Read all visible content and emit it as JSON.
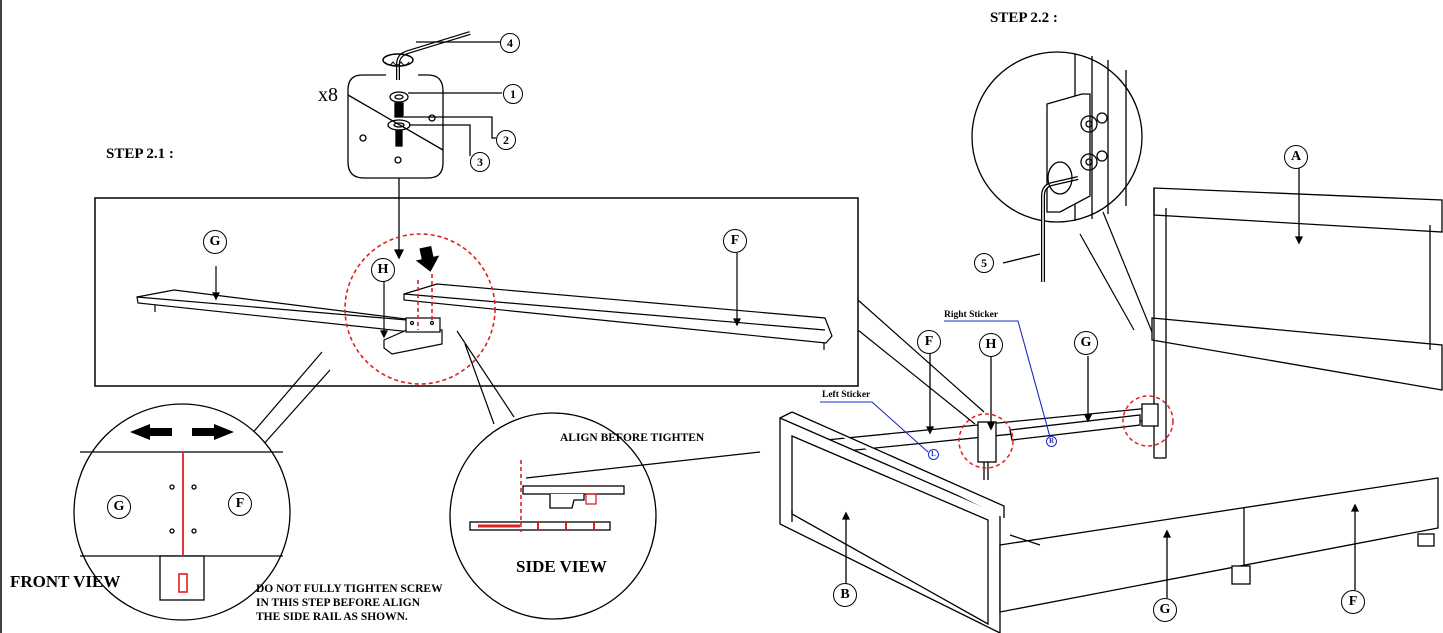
{
  "steps": {
    "step_2_1": "STEP 2.1 :",
    "step_2_2": "STEP 2.2 :"
  },
  "hardware": {
    "quantity": "x8",
    "callouts": [
      "1",
      "2",
      "3",
      "4",
      "5"
    ]
  },
  "parts": {
    "A": "A",
    "B": "B",
    "F": "F",
    "G": "G",
    "H": "H"
  },
  "stickers": {
    "left": "Left Sticker",
    "right": "Right Sticker",
    "left_mark": "L",
    "right_mark": "R"
  },
  "views": {
    "front": "FRONT VIEW",
    "side": "SIDE VIEW"
  },
  "notes": {
    "align": "ALIGN BEFORE  TIGHTEN",
    "warning_line1": "DO NOT FULLY TIGHTEN SCREW",
    "warning_line2": "IN THIS STEP BEFORE ALIGN",
    "warning_line3": "THE SIDE RAIL AS SHOWN."
  },
  "colors": {
    "line": "#000000",
    "highlight_red": "#e02020",
    "sticker_blue": "#1a2bbf"
  }
}
